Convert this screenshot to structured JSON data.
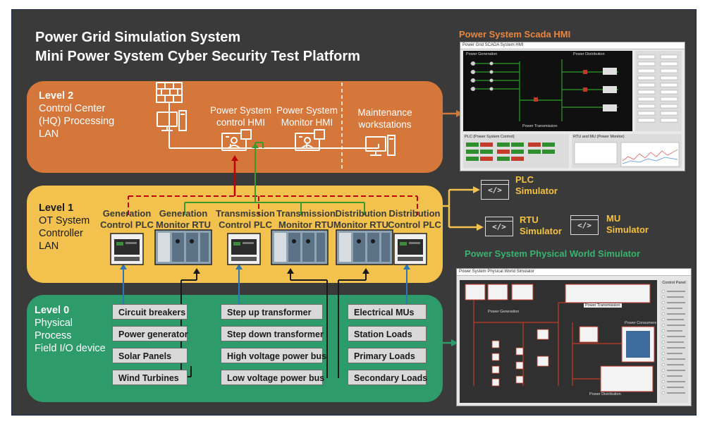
{
  "title": {
    "line1": "Power Grid Simulation System",
    "line2": "Mini Power System Cyber Security Test Platform"
  },
  "level2": {
    "name": "Level 2",
    "desc1": "Control Center",
    "desc2": "(HQ) Processing",
    "desc3": "LAN",
    "hmi_control": [
      "Power System",
      "control HMI"
    ],
    "hmi_monitor": [
      "Power System",
      "Monitor HMI"
    ],
    "maintenance": [
      "Maintenance",
      "workstations"
    ]
  },
  "level1": {
    "name": "Level 1",
    "desc1": "OT System",
    "desc2": "Controller",
    "desc3": "LAN",
    "devices": [
      {
        "l1": "Generation",
        "l2": "Control PLC"
      },
      {
        "l1": "Generation",
        "l2": "Monitor RTU"
      },
      {
        "l1": "Transmission",
        "l2": "Control PLC"
      },
      {
        "l1": "Transmission",
        "l2": "Monitor RTU"
      },
      {
        "l1": "Distribution",
        "l2": "Monitor RTU"
      },
      {
        "l1": "Distribution",
        "l2": "Control PLC"
      }
    ]
  },
  "level0": {
    "name": "Level 0",
    "desc1": "Physical",
    "desc2": "Process",
    "desc3": "Field I/O device",
    "col1": [
      "Circuit breakers",
      "Power generator",
      "Solar Panels",
      "Wind Turbines"
    ],
    "col2": [
      "Step up transformer",
      "Step down transformer",
      "High voltage power bus",
      "Low voltage power bus"
    ],
    "col3": [
      "Electrical MUs",
      "Station  Loads",
      "Primary  Loads",
      "Secondary Loads"
    ]
  },
  "simulators": {
    "scada_title": "Power System Scada HMI",
    "physical_title": "Power System Physical World Simulator",
    "plc": [
      "PLC",
      "Simulator"
    ],
    "rtu": [
      "RTU",
      "Simulator"
    ],
    "mu": [
      "MU",
      "Simulator"
    ],
    "code_glyph": "</>"
  },
  "scada_screen": {
    "window_title": "Power Grid SCADA System HMI",
    "panel_generation": "Power Generation",
    "panel_distribution": "Power Distribution",
    "panel_transmission": "Power Transmission",
    "plc_panel": "PLC (Power System Control)",
    "rtu_panel": "RTU and MU (Power Monitor)"
  },
  "physical_screen": {
    "window_title": "Power System Physical World Simulator",
    "power_generation": "Power Generation",
    "power_transmission": "Power Transmission",
    "power_consumers": "Power Consumers",
    "power_distribution": "Power Distribution",
    "control_panel": "Control Panel"
  },
  "colors": {
    "background": "#3a3a3a",
    "level2": "#d5773b",
    "level1": "#f2c14e",
    "level0": "#2e9c6a",
    "scada_title": "#e8863f",
    "physical_title": "#38b46f",
    "control_line": "#c00000",
    "monitor_line": "#3a9a2a",
    "io_line": "#2e75b6"
  }
}
